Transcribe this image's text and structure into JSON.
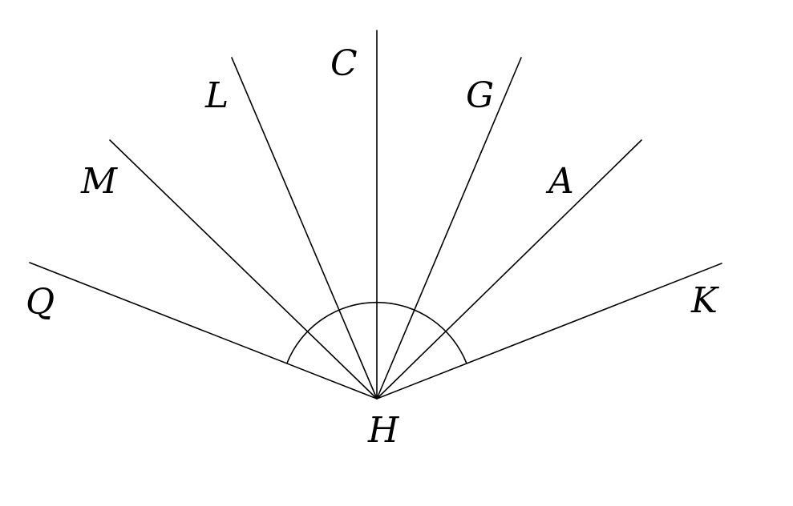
{
  "diagram": {
    "vertex": "H",
    "rays": [
      {
        "label": "Q"
      },
      {
        "label": "M"
      },
      {
        "label": "L"
      },
      {
        "label": "C"
      },
      {
        "label": "G"
      },
      {
        "label": "A"
      },
      {
        "label": "K"
      }
    ]
  },
  "colors": {
    "line": "#000000",
    "background": "#ffffff"
  }
}
